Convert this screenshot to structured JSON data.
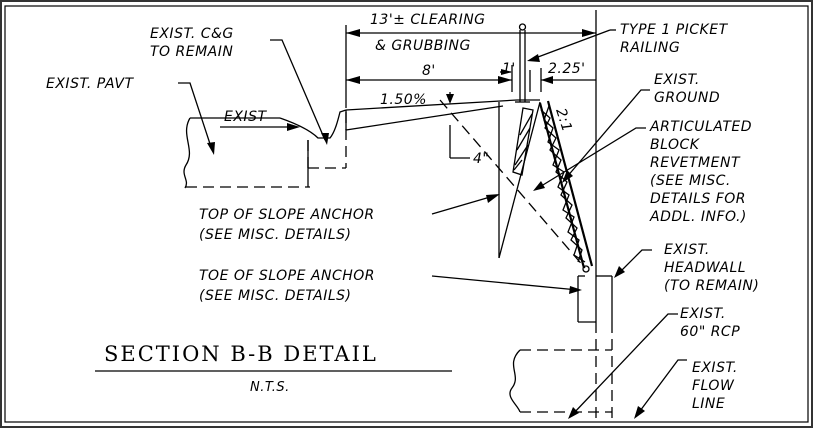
{
  "colors": {
    "line": "#000000",
    "background": "#ffffff",
    "border": "#222222"
  },
  "labels": {
    "clearing_1": "13'± CLEARING",
    "clearing_2": "& GRUBBING",
    "type1_1": "TYPE 1 PICKET",
    "type1_2": "RAILING",
    "exist_cg_1": "EXIST. C&G",
    "exist_cg_2": "TO REMAIN",
    "exist_pavt": "EXIST. PAVT",
    "exist_arrow": "EXIST",
    "dim_8": "8'",
    "dim_1": "1'",
    "dim_225": "2.25'",
    "slope_pct": "1.50%",
    "slope_21": "2:1",
    "dim_4in": "4\"",
    "exist_ground_1": "EXIST.",
    "exist_ground_2": "GROUND",
    "abr_1": "ARTICULATED",
    "abr_2": "BLOCK",
    "abr_3": "REVETMENT",
    "abr_4": "(SEE MISC.",
    "abr_5": "DETAILS FOR",
    "abr_6": "ADDL. INFO.)",
    "top_anchor_1": "TOP OF SLOPE ANCHOR",
    "top_anchor_2": "(SEE MISC. DETAILS)",
    "toe_anchor_1": "TOE OF SLOPE ANCHOR",
    "toe_anchor_2": "(SEE MISC. DETAILS)",
    "headwall_1": "EXIST.",
    "headwall_2": "HEADWALL",
    "headwall_3": "(TO REMAIN)",
    "rcp_1": "EXIST.",
    "rcp_2": "60\" RCP",
    "flow_1": "EXIST.",
    "flow_2": "FLOW",
    "flow_3": "LINE"
  },
  "title": {
    "main": "SECTION B-B DETAIL",
    "scale": "N.T.S."
  }
}
